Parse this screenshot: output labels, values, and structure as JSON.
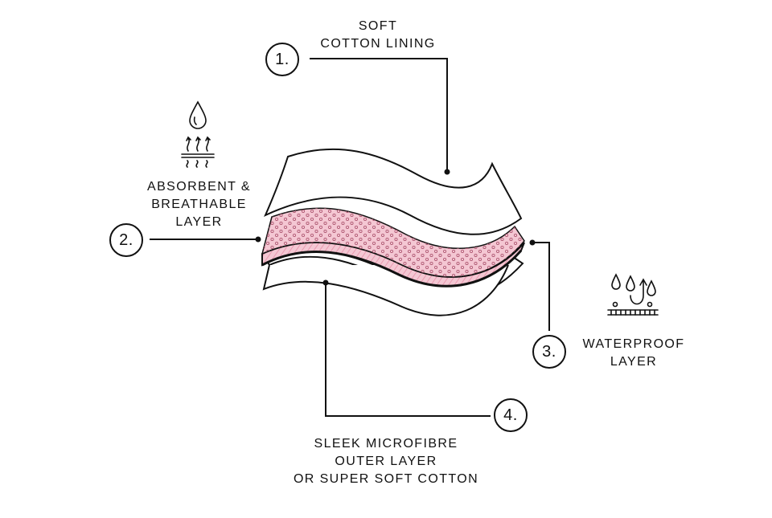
{
  "callouts": [
    {
      "number": "1.",
      "lines": [
        "SOFT",
        "COTTON LINING"
      ]
    },
    {
      "number": "2.",
      "lines": [
        "ABSORBENT &",
        "BREATHABLE",
        "LAYER"
      ]
    },
    {
      "number": "3.",
      "lines": [
        "WATERPROOF",
        "LAYER"
      ]
    },
    {
      "number": "4.",
      "lines": [
        "SLEEK MICROFIBRE",
        "OUTER LAYER",
        "OR SUPER SOFT COTTON"
      ]
    }
  ],
  "icons": {
    "absorbent": "water-drop-vapor-icon",
    "waterproof": "water-repel-icon"
  },
  "colors": {
    "line": "#111111",
    "pink_layer": "#f4c7d3",
    "pink_hatch": "#e89ab0",
    "dot": "#b05a74"
  }
}
